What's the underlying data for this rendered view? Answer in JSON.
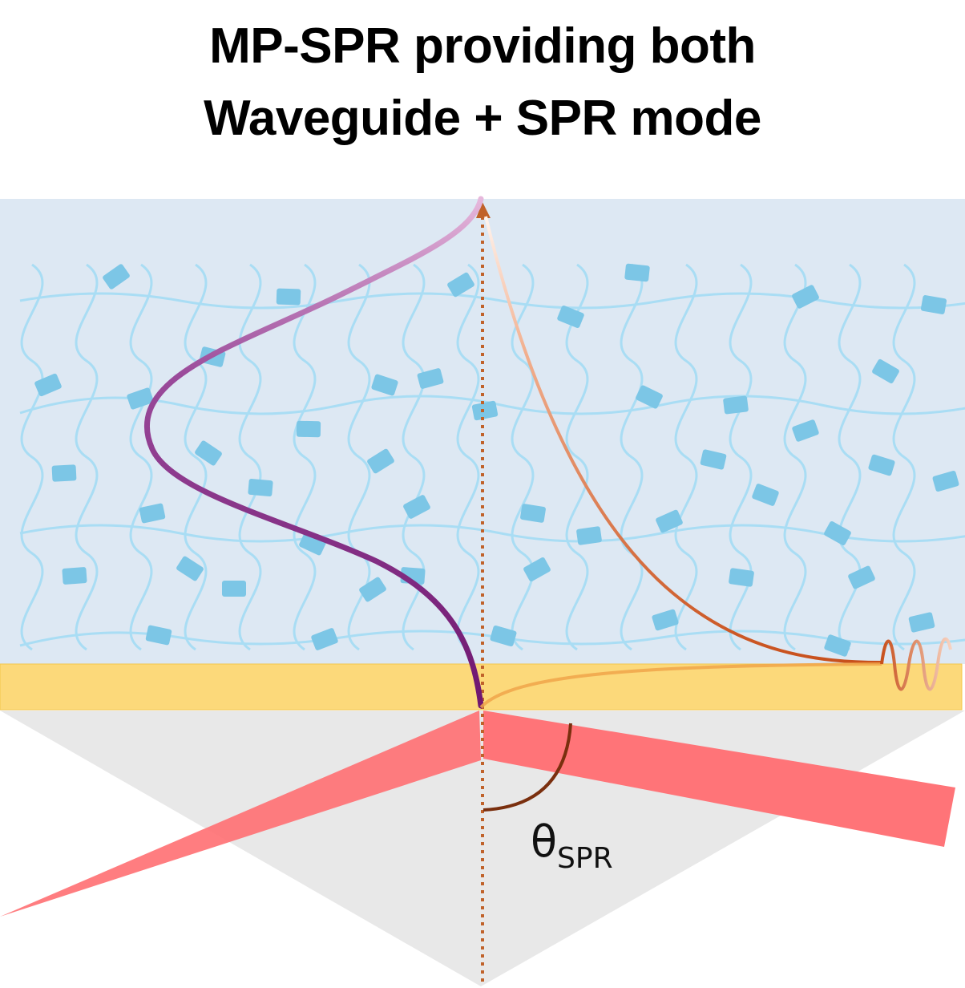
{
  "title": {
    "line1": "MP-SPR providing both",
    "line2": "Waveguide + SPR mode"
  },
  "angle_label": {
    "symbol": "θ",
    "subscript": "SPR"
  },
  "colors": {
    "hydrogel_layer": "#dde8f3",
    "gold_layer": "#fcd97a",
    "prism": "#e8e8e8",
    "network_line": "#a9ddf4",
    "network_node": "#7cc6e6",
    "waveguide_mode": "#7b1f7d",
    "spr_mode": "#d0602a",
    "laser_beam": "#ff6f72",
    "normal_line": "#c0622a",
    "angle_arc": "#7a2f0e"
  }
}
